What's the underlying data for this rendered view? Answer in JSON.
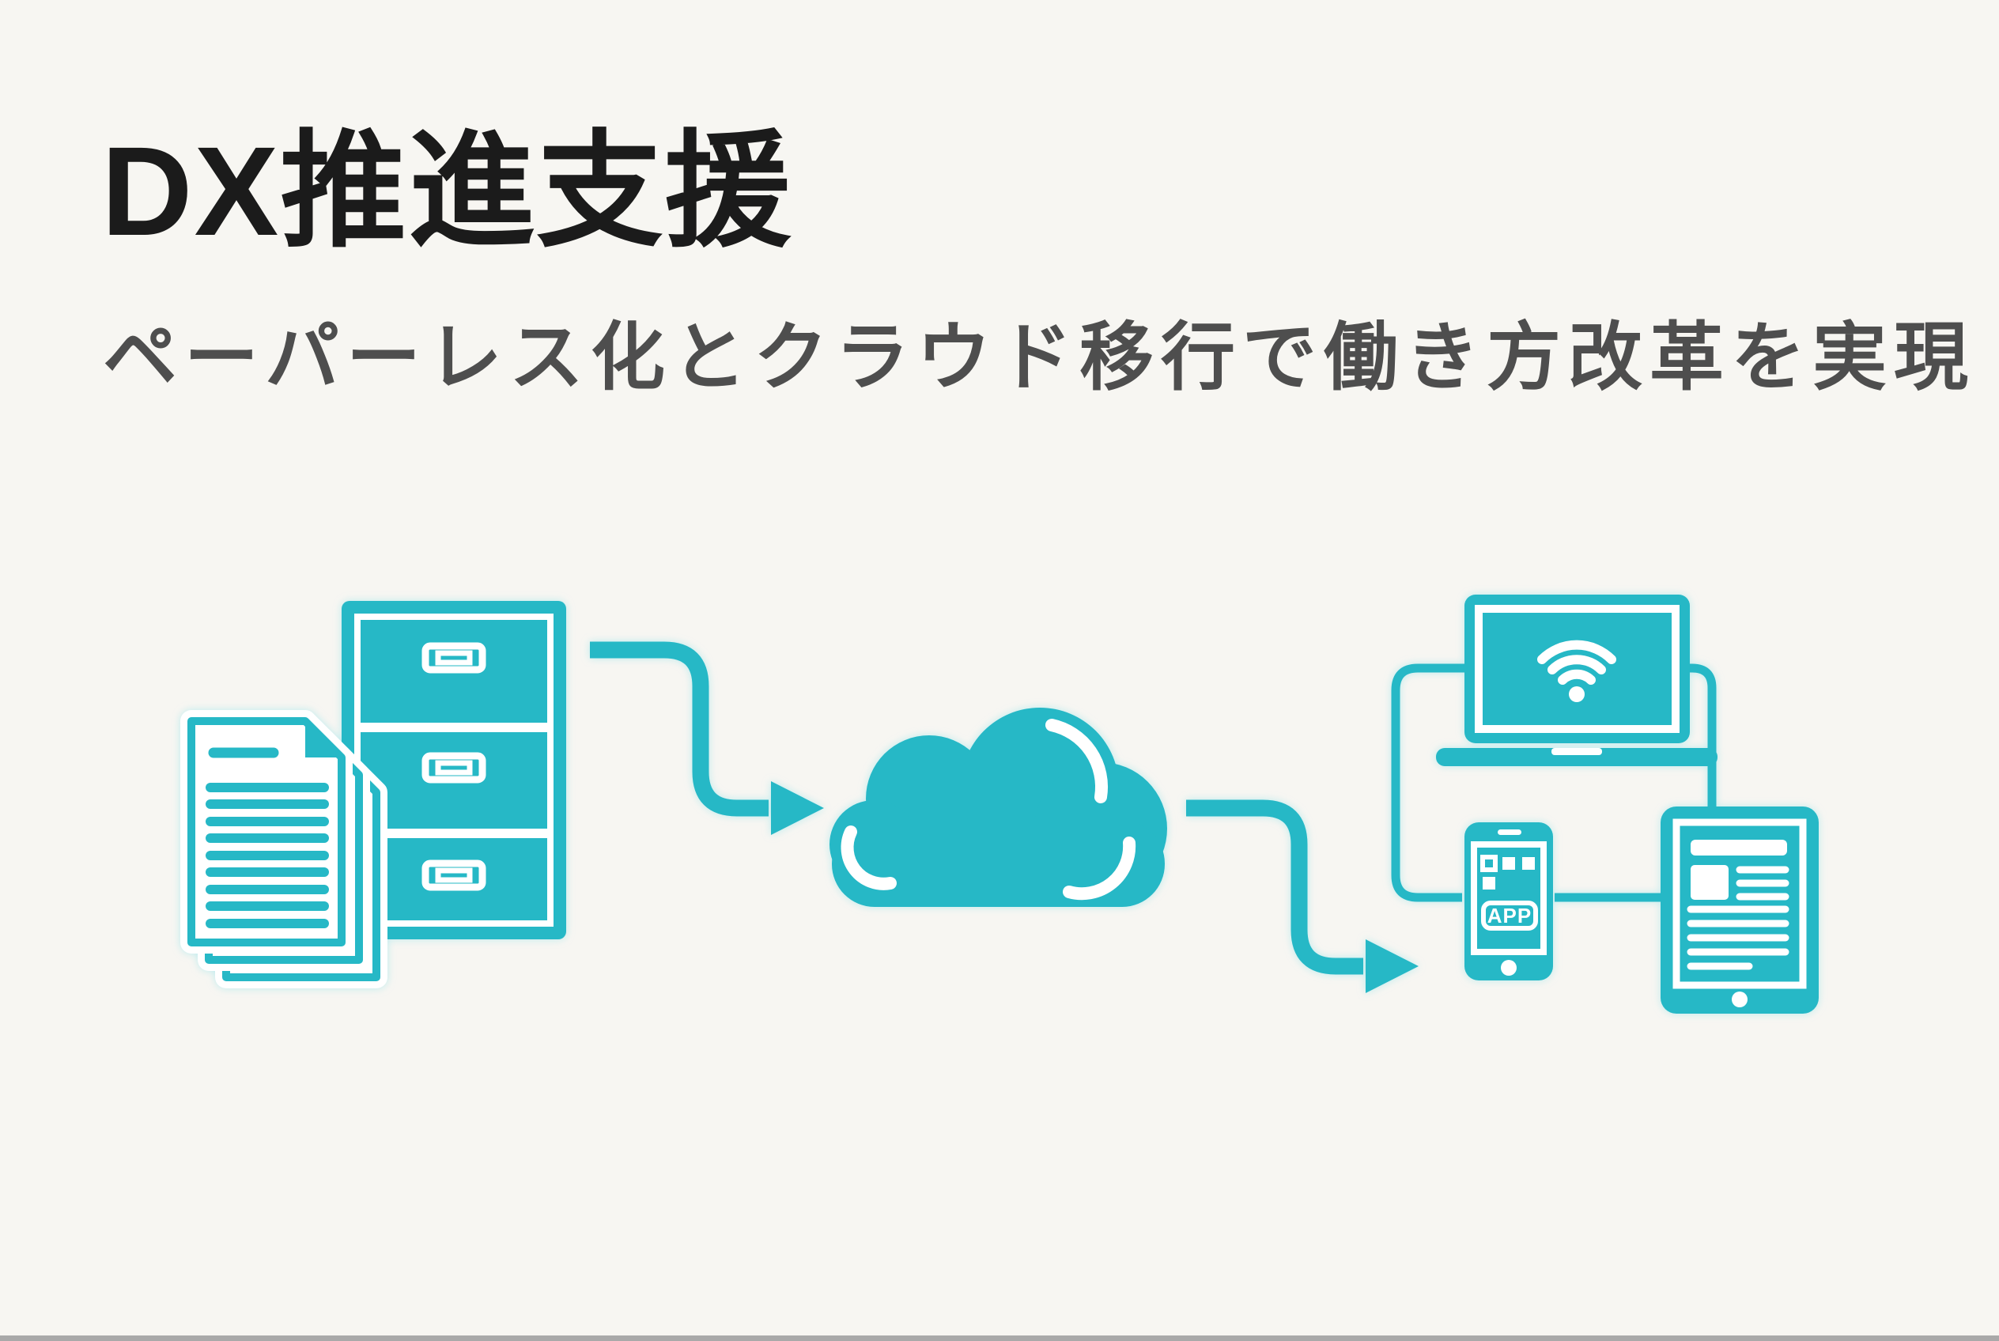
{
  "header": {
    "title": "DX推進支援",
    "subtitle": "ペーパーレス化とクラウド移行で働き方改革を実現"
  },
  "diagram": {
    "flow_steps": [
      "paper-documents",
      "file-cabinet",
      "arrow-right",
      "cloud",
      "arrow-right",
      "laptop-with-wifi",
      "smartphone-with-app",
      "tablet-with-article"
    ],
    "phone_app_label": "APP",
    "colors": {
      "accent": "#26b8c6",
      "title": "#1b1b1b",
      "subtitle": "#4e4e4e",
      "background": "#f7f6f2",
      "bottom_bar": "#a9a9a9"
    }
  }
}
